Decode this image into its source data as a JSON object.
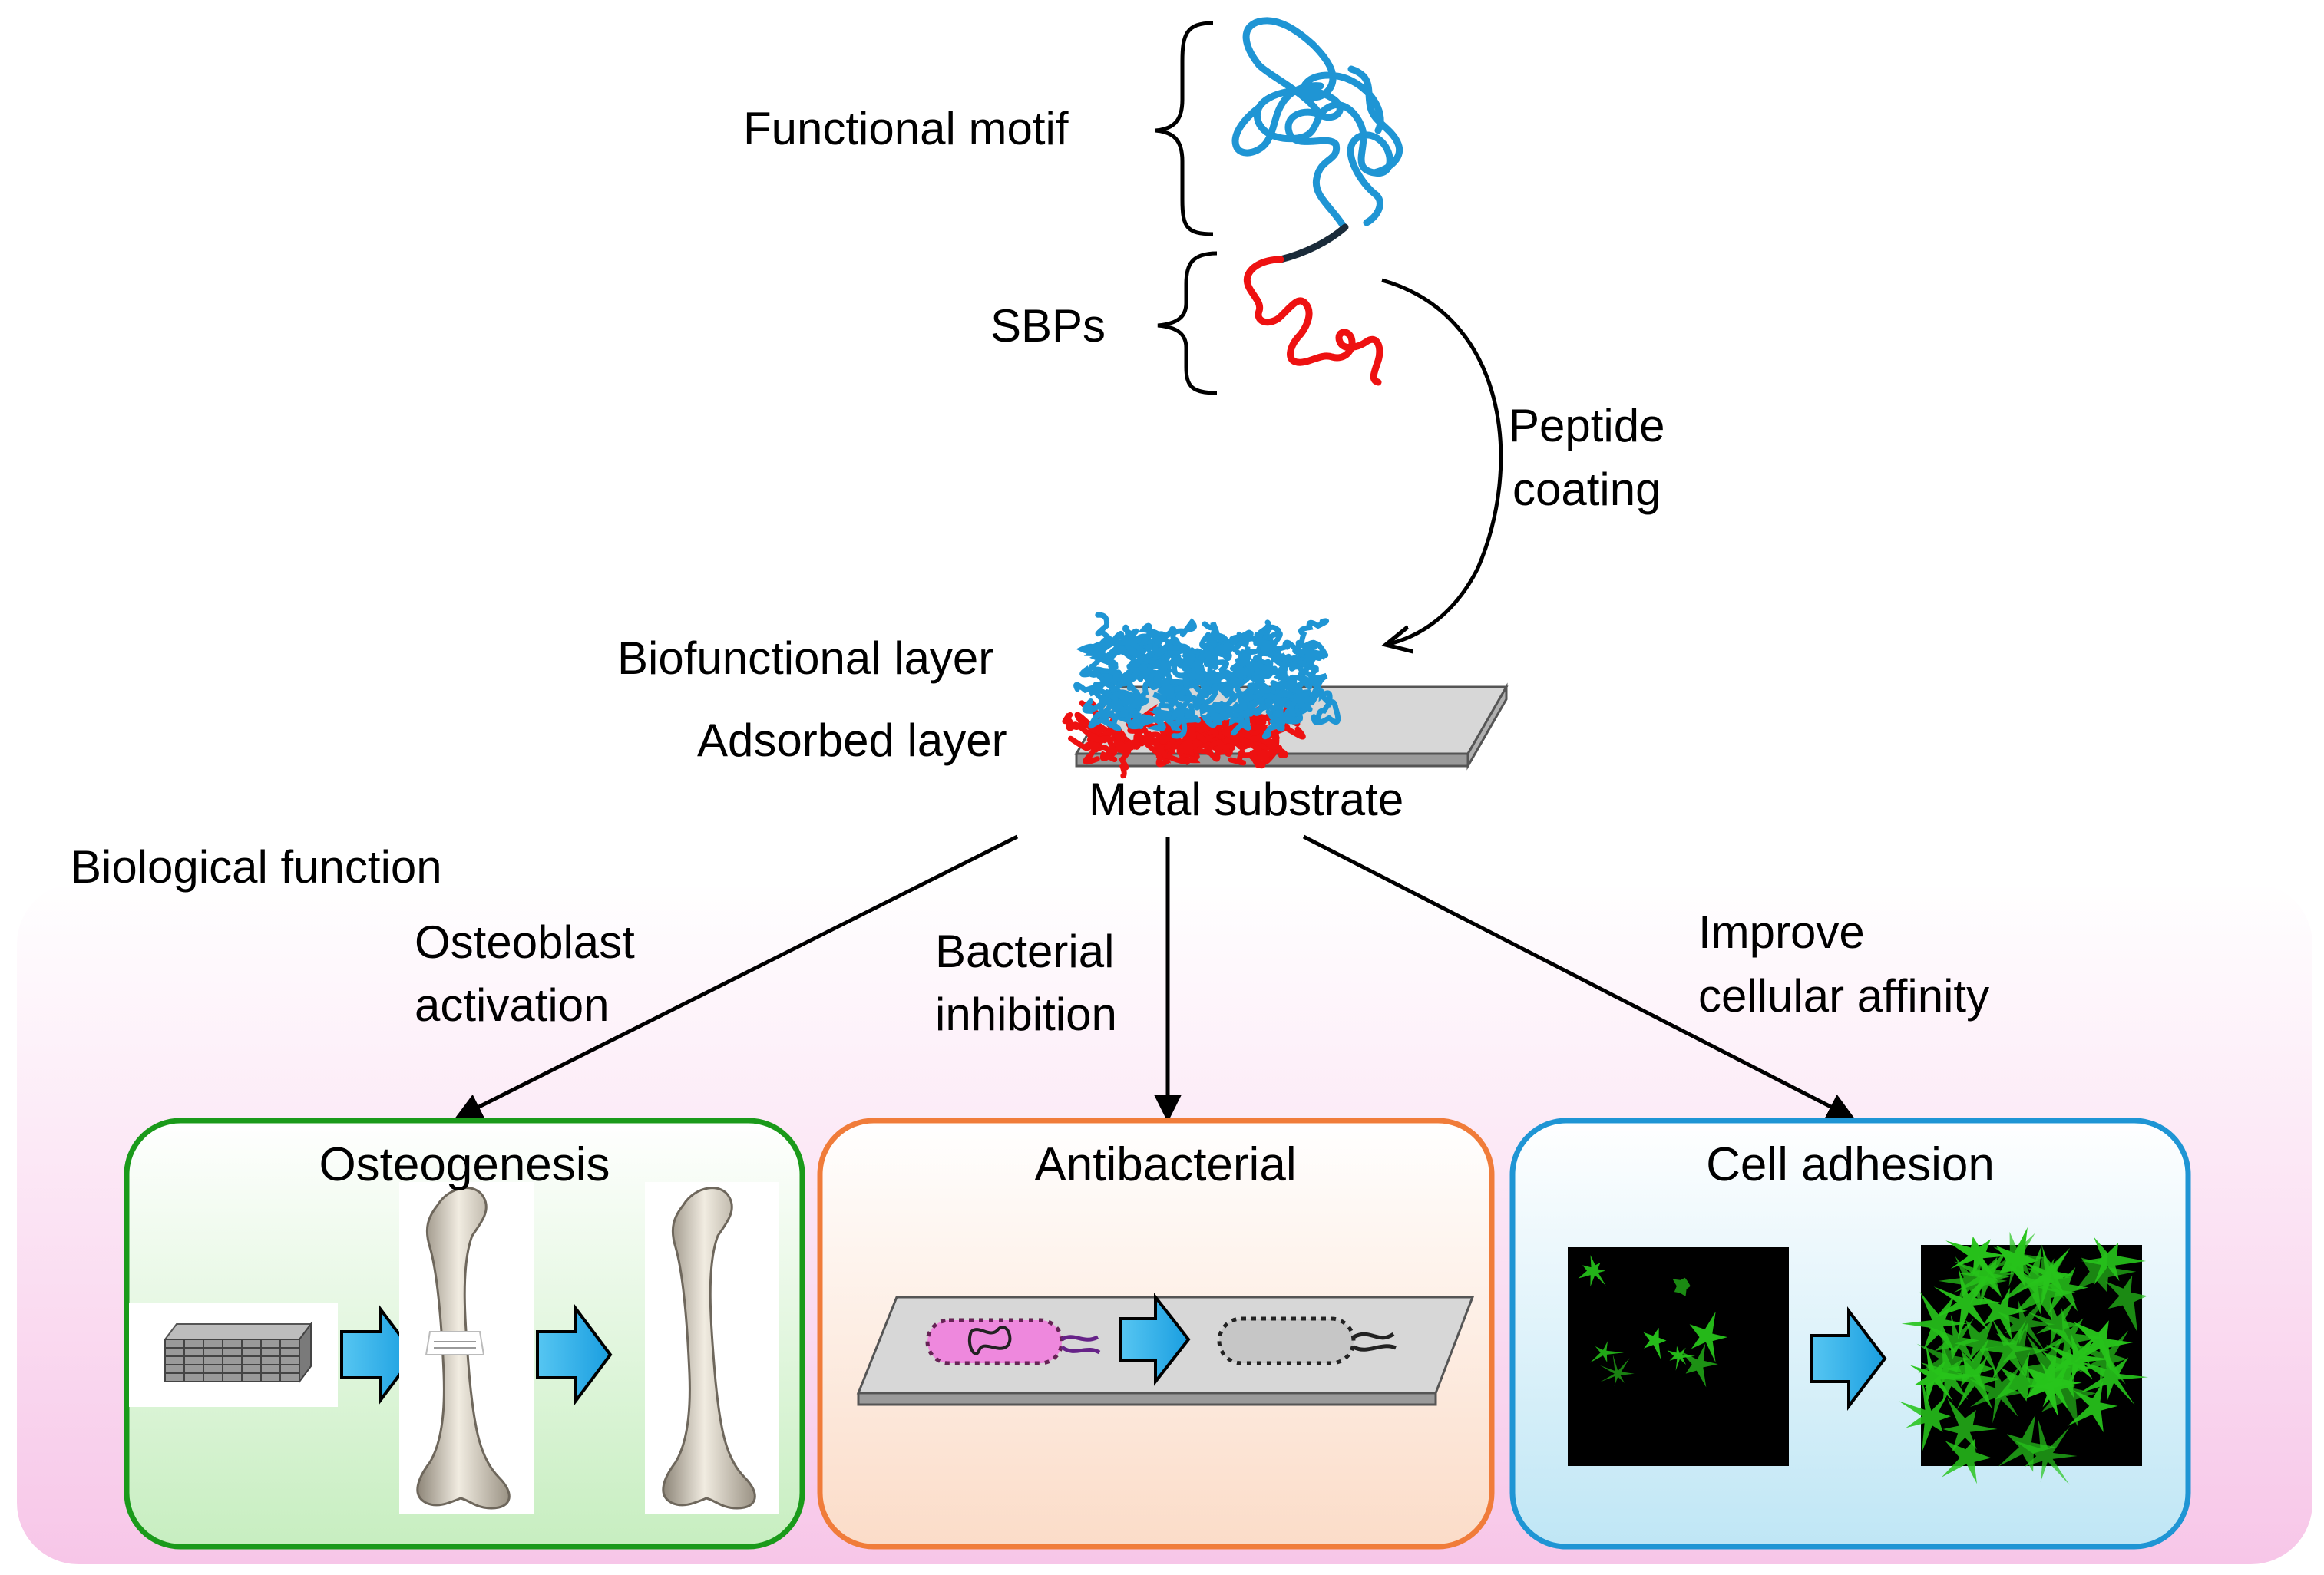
{
  "labels": {
    "functional_motif": "Functional motif",
    "sbps": "SBPs",
    "peptide_coating_line1": "Peptide",
    "peptide_coating_line2": "coating",
    "biofunctional_layer": "Biofunctional layer",
    "adsorbed_layer": "Adsorbed layer",
    "metal_substrate": "Metal substrate",
    "biological_function": "Biological function"
  },
  "pathways": [
    {
      "line1": "Osteoblast",
      "line2": "activation"
    },
    {
      "line1": "Bacterial",
      "line2": "inhibition"
    },
    {
      "line1": "Improve",
      "line2": "cellular affinity"
    }
  ],
  "panels": [
    {
      "title": "Osteogenesis",
      "border_color": "#1a9a1a"
    },
    {
      "title": "Antibacterial",
      "border_color": "#f07c3a"
    },
    {
      "title": "Cell adhesion",
      "border_color": "#1f95d4"
    }
  ],
  "colors": {
    "motif_blue": "#1f95d4",
    "sbp_red": "#ee1111",
    "arrow_cyan": "#1aa6e8",
    "cell_green": "#27c41b",
    "bacterium_pink": "#ee88dd"
  },
  "icons": [
    "peptide-coil-icon",
    "scaffold-icon",
    "bone-icon",
    "bacterium-icon",
    "fluorescent-cell-icon",
    "block-arrow-icon"
  ]
}
